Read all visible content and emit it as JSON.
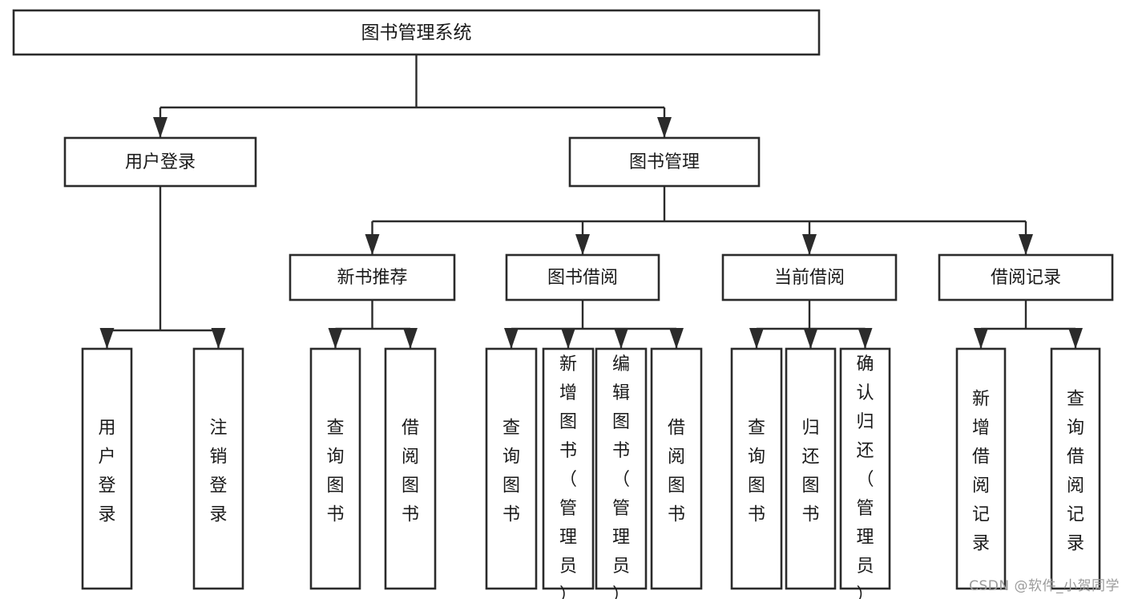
{
  "diagram": {
    "title": "图书管理系统",
    "type": "tree",
    "watermark": "CSDN @软件_小贺同学",
    "colors": {
      "box_fill": "#ffffff",
      "box_stroke": "#2b2b2b",
      "text": "#1a1a1a",
      "background": "#ffffff",
      "watermark": "#9b9b9b"
    },
    "nodes": {
      "root": {
        "label": "图书管理系统"
      },
      "level2": [
        {
          "id": "user-login",
          "label": "用户登录"
        },
        {
          "id": "book-manage",
          "label": "图书管理"
        }
      ],
      "level3": [
        {
          "id": "new-book-recommend",
          "label": "新书推荐"
        },
        {
          "id": "book-borrow",
          "label": "图书借阅"
        },
        {
          "id": "current-borrow",
          "label": "当前借阅"
        },
        {
          "id": "borrow-record",
          "label": "借阅记录"
        }
      ],
      "leaves": {
        "user-login": [
          {
            "id": "leaf-user-login",
            "label": "用户登录"
          },
          {
            "id": "leaf-logout",
            "label": "注销登录"
          }
        ],
        "new-book-recommend": [
          {
            "id": "leaf-query-book-1",
            "label": "查询图书"
          },
          {
            "id": "leaf-borrow-book-1",
            "label": "借阅图书"
          }
        ],
        "book-borrow": [
          {
            "id": "leaf-query-book-2",
            "label": "查询图书"
          },
          {
            "id": "leaf-add-book",
            "label": "新增图书（管理员）"
          },
          {
            "id": "leaf-edit-book",
            "label": "编辑图书（管理员）"
          },
          {
            "id": "leaf-borrow-book-2",
            "label": "借阅图书"
          }
        ],
        "current-borrow": [
          {
            "id": "leaf-query-book-3",
            "label": "查询图书"
          },
          {
            "id": "leaf-return-book",
            "label": "归还图书"
          },
          {
            "id": "leaf-confirm-return",
            "label": "确认归还（管理员）"
          }
        ],
        "borrow-record": [
          {
            "id": "leaf-add-record",
            "label": "新增借阅记录"
          },
          {
            "id": "leaf-query-record",
            "label": "查询借阅记录"
          }
        ]
      }
    }
  }
}
